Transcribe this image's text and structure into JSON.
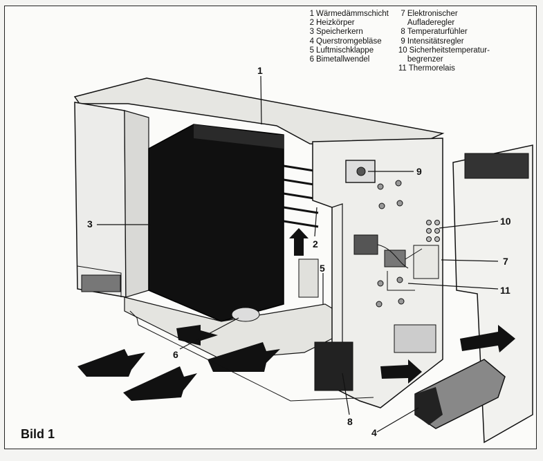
{
  "legend": {
    "col1": [
      {
        "num": "1",
        "text": "Wärmedämmschicht"
      },
      {
        "num": "2",
        "text": "Heizkörper"
      },
      {
        "num": "3",
        "text": "Speicherkern"
      },
      {
        "num": "4",
        "text": "Querstromgebläse"
      },
      {
        "num": "5",
        "text": "Luftmischklappe"
      },
      {
        "num": "6",
        "text": "Bimetallwendel"
      }
    ],
    "col2": [
      {
        "num": "7",
        "text": "Elektronischer",
        "cont": "Aufladeregler"
      },
      {
        "num": "8",
        "text": "Temperaturfühler"
      },
      {
        "num": "9",
        "text": "Intensitätsregler"
      },
      {
        "num": "10",
        "text": "Sicherheitstemperatur-",
        "cont": "begrenzer"
      },
      {
        "num": "11",
        "text": "Thermorelais"
      }
    ]
  },
  "callouts": {
    "c1": "1",
    "c2": "2",
    "c3": "3",
    "c4": "4",
    "c5": "5",
    "c6": "6",
    "c7": "7",
    "c8": "8",
    "c9": "9",
    "c10": "10",
    "c11": "11"
  },
  "caption": "Bild 1"
}
